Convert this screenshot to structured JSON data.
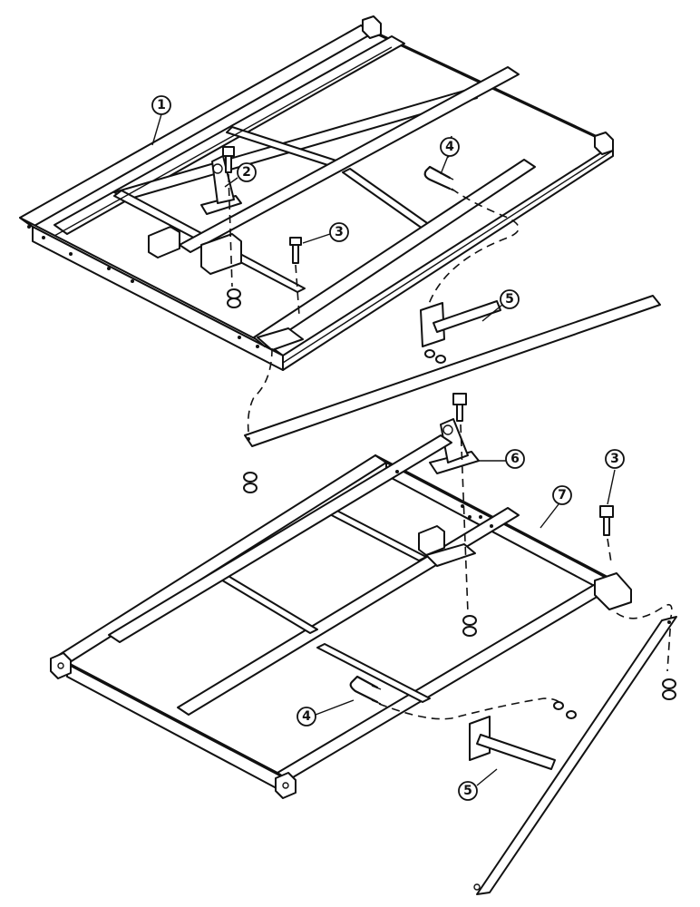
{
  "callouts": {
    "c1": "1",
    "c2": "2",
    "c3_upper": "3",
    "c4_upper": "4",
    "c5_upper": "5",
    "c6": "6",
    "c7": "7",
    "c3_lower": "3",
    "c4_lower": "4",
    "c5_lower": "5"
  }
}
